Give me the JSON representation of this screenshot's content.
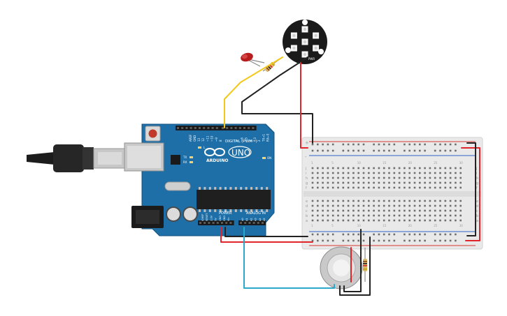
{
  "arduino": {
    "logo_text": "ARDUINO",
    "model": "UNO",
    "digital_header": "DIGITAL (PWM~)",
    "power_header": "POWER",
    "analog_header": "ANALOG IN",
    "aref": "AREF",
    "gnd": "GND",
    "led_tx": "TX",
    "led_rx": "RX",
    "led_l": "L",
    "on_label": "ON",
    "digital_pins": [
      "13",
      "12",
      "~11",
      "~10",
      "~9",
      "8",
      "7",
      "~6",
      "~5",
      "4",
      "~3",
      "2",
      "TX→1",
      "RX←0"
    ],
    "power_pins": [
      "IOREF",
      "RESET",
      "3.3V",
      "5V",
      "GND",
      "GND",
      "Vin"
    ],
    "analog_pins": [
      "A0",
      "A1",
      "A2",
      "A3",
      "A4",
      "A5"
    ]
  },
  "breadboard": {
    "row_letters_top": [
      "j",
      "i",
      "h",
      "g",
      "f"
    ],
    "row_letters_bottom": [
      "e",
      "d",
      "c",
      "b",
      "a"
    ],
    "column_numbers": [
      "1",
      "5",
      "10",
      "15",
      "20",
      "25",
      "30"
    ],
    "rail_plus": "+",
    "rail_minus": "-"
  },
  "neopixel_ring": {
    "pad_label": "PWR"
  },
  "colors": {
    "board": "#1e6fa8",
    "wire_red": "#e0262b",
    "wire_black": "#222222",
    "wire_yellow": "#f2c81c",
    "wire_cyan": "#2aa7c9",
    "rail_red": "#d9362e",
    "rail_blue": "#2f62c6"
  }
}
